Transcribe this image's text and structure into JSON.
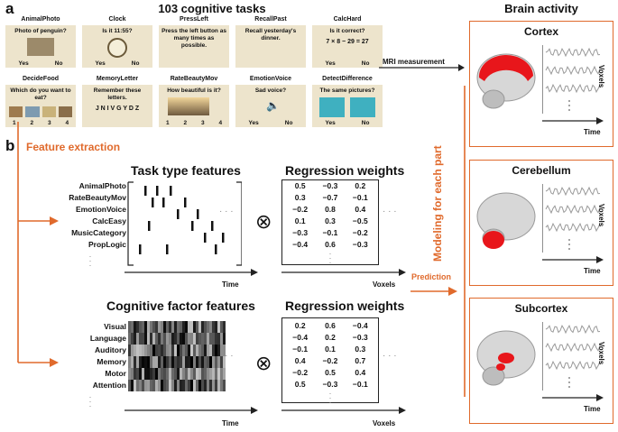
{
  "panel_a": {
    "letter": "a",
    "title": "103 cognitive tasks",
    "tasks": [
      {
        "name": "AnimalPhoto",
        "text": "Photo of penguin?",
        "opts": [
          "Yes",
          "No"
        ]
      },
      {
        "name": "Clock",
        "text": "Is it 11:55?",
        "opts": [
          "Yes",
          "No"
        ]
      },
      {
        "name": "PressLeft",
        "text": "Press the left button as many times as possible.",
        "opts": []
      },
      {
        "name": "RecallPast",
        "text": "Recall yesterday's dinner.",
        "opts": []
      },
      {
        "name": "CalcHard",
        "text": "Is it correct?",
        "eq": "7 × 8 − 29 = 27",
        "opts": [
          "Yes",
          "No"
        ]
      },
      {
        "name": "DecideFood",
        "text": "Which do you want to eat?",
        "opts": [
          "1",
          "2",
          "3",
          "4"
        ]
      },
      {
        "name": "MemoryLetter",
        "text": "Remember these letters.",
        "eq": "J N I V G Y D Z",
        "opts": []
      },
      {
        "name": "RateBeautyMov",
        "text": "How beautiful is it?",
        "opts": [
          "1",
          "2",
          "3",
          "4"
        ]
      },
      {
        "name": "EmotionVoice",
        "text": "Sad voice?",
        "opts": [
          "Yes",
          "No"
        ]
      },
      {
        "name": "DetectDifference",
        "text": "The same pictures?",
        "opts": [
          "Yes",
          "No"
        ]
      }
    ],
    "mri_label": "MRI measurement"
  },
  "panel_b": {
    "letter": "b",
    "feature_extraction": "Feature extraction",
    "task_features_title": "Task type features",
    "task_rows": [
      "AnimalPhoto",
      "RateBeautyMov",
      "EmotionVoice",
      "CalcEasy",
      "MusicCategory",
      "PropLogic"
    ],
    "cog_features_title": "Cognitive factor features",
    "cog_rows": [
      "Visual",
      "Language",
      "Auditory",
      "Memory",
      "Motor",
      "Attention"
    ],
    "weights_title": "Regression weights",
    "weights_top": [
      [
        "0.5",
        "−0.3",
        "0.2"
      ],
      [
        "0.3",
        "−0.7",
        "−0.1"
      ],
      [
        "−0.2",
        "0.8",
        "0.4"
      ],
      [
        "0.1",
        "0.3",
        "−0.5"
      ],
      [
        "−0.3",
        "−0.1",
        "−0.2"
      ],
      [
        "−0.4",
        "0.6",
        "−0.3"
      ]
    ],
    "weights_bottom": [
      [
        "0.2",
        "0.6",
        "−0.4"
      ],
      [
        "−0.4",
        "0.2",
        "−0.3"
      ],
      [
        "−0.1",
        "0.1",
        "0.3"
      ],
      [
        "0.4",
        "−0.2",
        "0.7"
      ],
      [
        "−0.2",
        "0.5",
        "0.4"
      ],
      [
        "0.5",
        "−0.3",
        "−0.1"
      ]
    ],
    "time_label": "Time",
    "voxels_label": "Voxels",
    "otimes": "⊗",
    "ellipsis": "· · ·",
    "prediction": "Prediction"
  },
  "brain": {
    "title": "Brain activity",
    "modeling_label": "Modeling for each part",
    "parts": [
      "Cortex",
      "Cerebellum",
      "Subcortex"
    ],
    "time_label": "Time",
    "voxels_label": "Voxels"
  },
  "colors": {
    "accent": "#e06a2c",
    "card": "#ede4cc",
    "region": "#e8161b"
  }
}
